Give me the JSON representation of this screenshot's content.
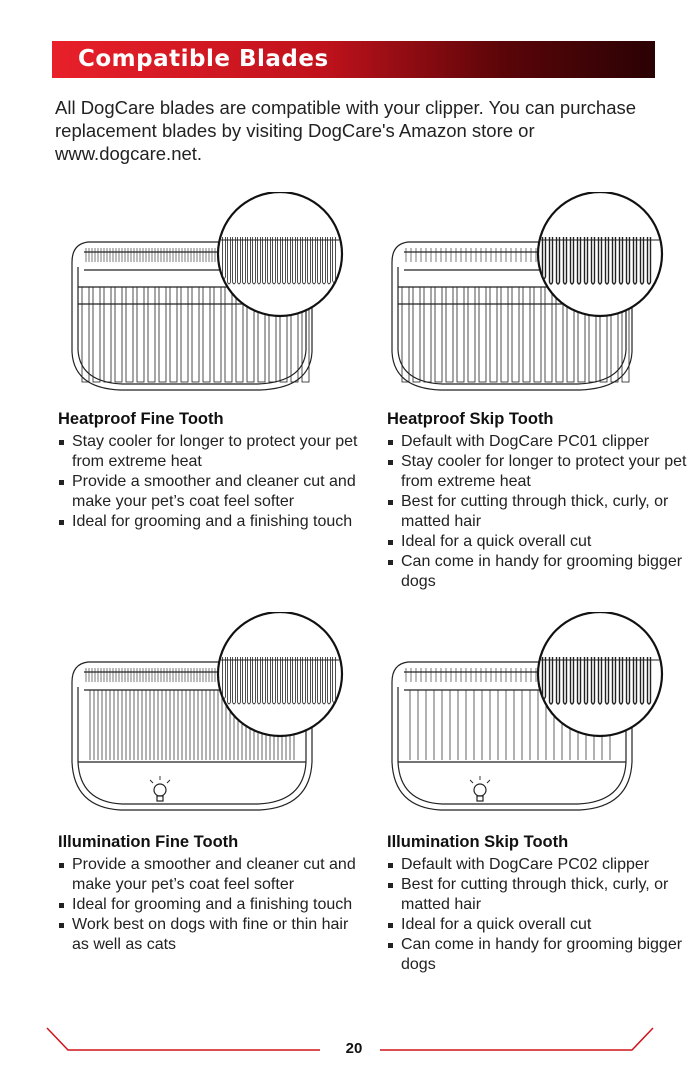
{
  "header": {
    "title": "Compatible Blades"
  },
  "intro": "All DogCare blades are compatible with your clipper. You can purchase replacement blades by visiting DogCare's Amazon store or www.dogcare.net.",
  "blades": [
    {
      "title": "Heatproof Fine Tooth",
      "items": [
        "Stay cooler for longer to protect your pet from extreme heat",
        "Provide a smoother and cleaner cut and make your pet’s coat feel softer",
        "Ideal for grooming and a finishing touch"
      ]
    },
    {
      "title": "Heatproof Skip Tooth",
      "items": [
        "Default with DogCare PC01 clipper",
        "Stay cooler for longer to protect your pet from extreme heat",
        "Best for cutting through thick, curly, or matted hair",
        "Ideal for a quick overall cut",
        "Can come in handy for grooming bigger dogs"
      ]
    },
    {
      "title": "Illumination Fine Tooth",
      "items": [
        "Provide a smoother and cleaner cut and make your pet’s coat feel softer",
        "Ideal for grooming and a finishing touch",
        "Work best on dogs with fine or thin hair as well as cats"
      ]
    },
    {
      "title": "Illumination Skip Tooth",
      "items": [
        "Default with DogCare PC02 clipper",
        "Best for cutting through thick, curly, or matted hair",
        "Ideal for a quick overall cut",
        "Can come in handy for grooming bigger dogs"
      ]
    }
  ],
  "footer": {
    "page_number": "20"
  },
  "colors": {
    "accent": "#e8202a",
    "dark_accent": "#2a0204",
    "line": "#d0121c"
  }
}
